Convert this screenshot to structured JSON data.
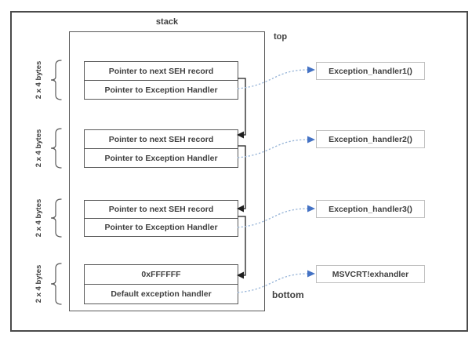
{
  "stack": {
    "title": "stack",
    "top_marker": "top",
    "bottom_marker": "bottom",
    "records": [
      {
        "size": "2 x 4 bytes",
        "next": "Pointer to next SEH record",
        "handler": "Pointer to Exception Handler"
      },
      {
        "size": "2 x 4 bytes",
        "next": "Pointer to next SEH record",
        "handler": "Pointer to Exception Handler"
      },
      {
        "size": "2 x 4 bytes",
        "next": "Pointer to next SEH record",
        "handler": "Pointer to Exception Handler"
      },
      {
        "size": "2 x 4 bytes",
        "next": "0xFFFFFF",
        "handler": "Default exception handler"
      }
    ]
  },
  "handlers": [
    "Exception_handler1()",
    "Exception_handler2()",
    "Exception_handler3()",
    "MSVCRT!exhandler"
  ],
  "colors": {
    "box_border": "#595959",
    "handler_border": "#bfbfbf",
    "text": "#3f3f3f",
    "blue_arrow_line": "#95b3d7",
    "blue_arrowhead": "#4472c4",
    "black_connector": "#1f1f1f"
  }
}
